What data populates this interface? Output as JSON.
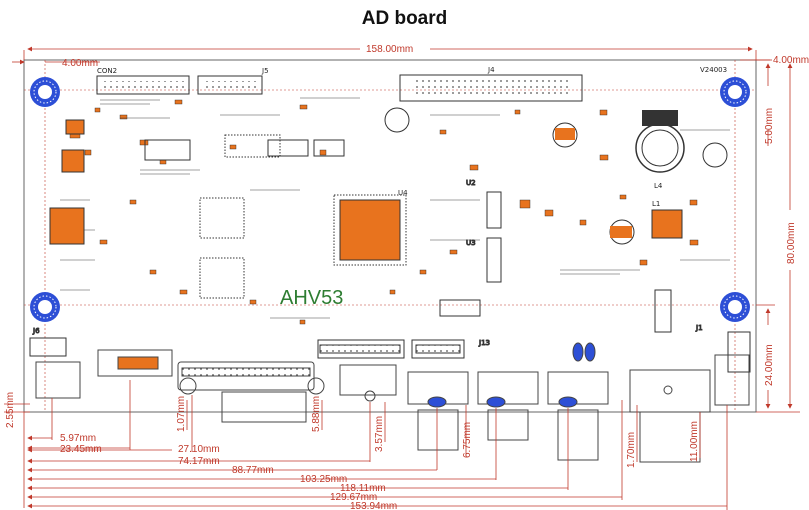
{
  "title": "AD board",
  "board_label": "AHV53",
  "colors": {
    "dimension": "#c0392b",
    "pad_orange": "#e8731e",
    "mount_hole": "#2d4fd6",
    "pcb_line": "#333333",
    "outline": "#555555"
  },
  "dimensions": {
    "width": "158.00mm",
    "left_margin": "4.00mm",
    "right_margin": "4.00mm",
    "height": "80.00mm",
    "top_offset": "5.00mm",
    "right_conn_height": "24.00mm",
    "bottom_offset": "2.55mm",
    "h1": "5.97mm",
    "h2": "23.45mm",
    "h3": "27.10mm",
    "h4": "74.17mm",
    "h5": "88.77mm",
    "h6": "103.25mm",
    "h7": "118.11mm",
    "h8": "129.67mm",
    "h9": "153.94mm",
    "v1": "1.07mm",
    "v2": "5.88mm",
    "v3": "3.57mm",
    "v4": "6.75mm",
    "v5": "1.70mm",
    "v6": "11.00mm"
  },
  "components": {
    "con2": "CON2",
    "j4": "J4",
    "j5": "J5",
    "u4": "U4",
    "u2": "U2",
    "u3": "U3",
    "l4": "L4",
    "l1": "L1",
    "j6": "J6",
    "j13": "J13",
    "j1": "J1",
    "v24003": "V24003"
  }
}
